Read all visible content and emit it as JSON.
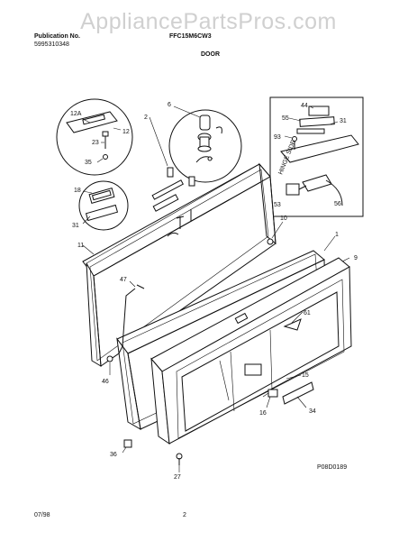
{
  "watermark": "AppliancePartsPros.com",
  "header": {
    "publication_label": "Publication No.",
    "publication_number": "5995310348",
    "model": "FFC15M6CW3",
    "section": "DOOR"
  },
  "footer": {
    "date": "07/98",
    "page": "2",
    "drawing_code": "P08D0189"
  },
  "callouts": {
    "c12a": "12A",
    "c12": "12",
    "c23": "23",
    "c35": "35",
    "c6": "6",
    "c2": "2",
    "c44": "44",
    "c55": "55",
    "c31a": "31",
    "c93": "93",
    "c53": "53",
    "c56": "56",
    "c18": "18",
    "c31b": "31",
    "c11": "11",
    "c10": "10",
    "c1": "1",
    "c9": "9",
    "c47": "47",
    "c61": "61",
    "c15": "15",
    "c46": "46",
    "c16": "16",
    "c34": "34",
    "c36": "36",
    "c27": "27"
  }
}
